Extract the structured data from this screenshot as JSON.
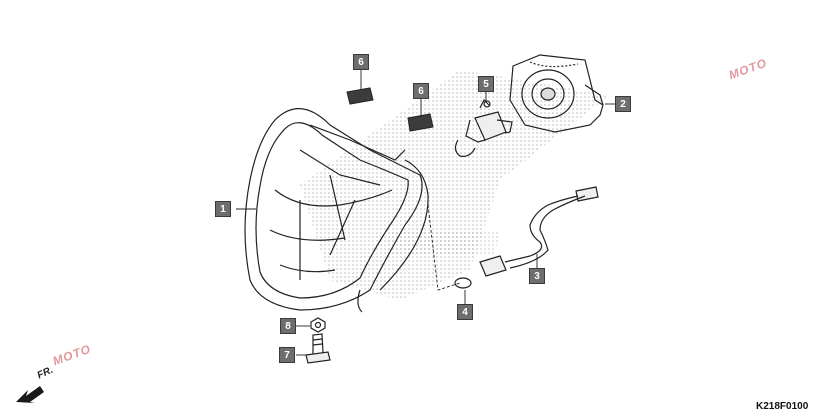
{
  "diagram_code": "K218F0100",
  "front_indicator": "FR.",
  "callouts": [
    {
      "id": "c1",
      "label": "1"
    },
    {
      "id": "c2",
      "label": "2"
    },
    {
      "id": "c3",
      "label": "3"
    },
    {
      "id": "c4",
      "label": "4"
    },
    {
      "id": "c5",
      "label": "5"
    },
    {
      "id": "c6a",
      "label": "6"
    },
    {
      "id": "c6b",
      "label": "6"
    },
    {
      "id": "c7",
      "label": "7"
    },
    {
      "id": "c8",
      "label": "8"
    }
  ],
  "watermark": "MOTO",
  "colors": {
    "line": "#222222",
    "callout_fill": "#6e6e6e",
    "stipple": "#9a9a9a",
    "watermark": "#c9434a"
  }
}
